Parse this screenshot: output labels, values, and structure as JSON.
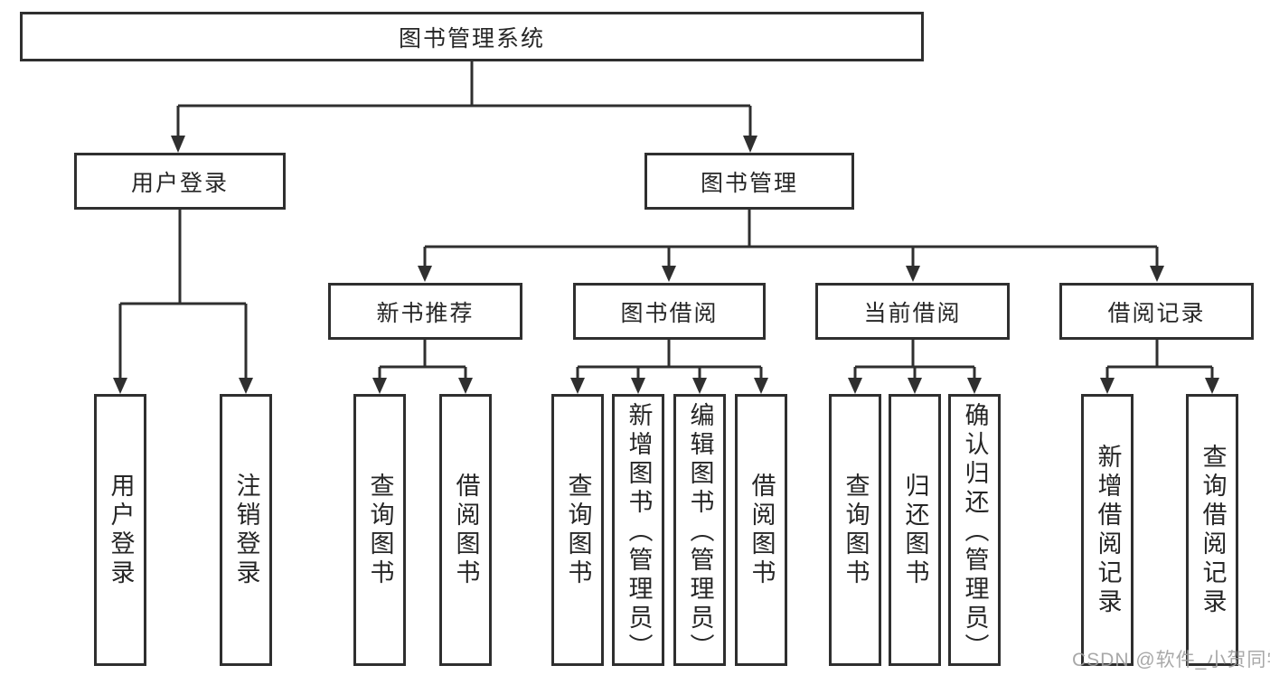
{
  "diagram": {
    "root": {
      "label": "图书管理系统"
    },
    "branches": [
      {
        "label": "用户登录",
        "children": [
          {
            "label": "用户登录"
          },
          {
            "label": "注销登录"
          }
        ]
      },
      {
        "label": "图书管理",
        "sections": [
          {
            "label": "新书推荐",
            "children": [
              {
                "label": "查询图书"
              },
              {
                "label": "借阅图书"
              }
            ]
          },
          {
            "label": "图书借阅",
            "children": [
              {
                "label": "查询图书"
              },
              {
                "label": "新增图书（管理员）"
              },
              {
                "label": "编辑图书（管理员）"
              },
              {
                "label": "借阅图书"
              }
            ]
          },
          {
            "label": "当前借阅",
            "children": [
              {
                "label": "查询图书"
              },
              {
                "label": "归还图书"
              },
              {
                "label": "确认归还（管理员）"
              }
            ]
          },
          {
            "label": "借阅记录",
            "children": [
              {
                "label": "新增借阅记录"
              },
              {
                "label": "查询借阅记录"
              }
            ]
          }
        ]
      }
    ],
    "watermark": "CSDN @软件_小贺同学",
    "colors": {
      "line": "#2f2f2f",
      "text": "#262626",
      "background": "#ffffff",
      "watermark": "#9e9e9e"
    }
  }
}
